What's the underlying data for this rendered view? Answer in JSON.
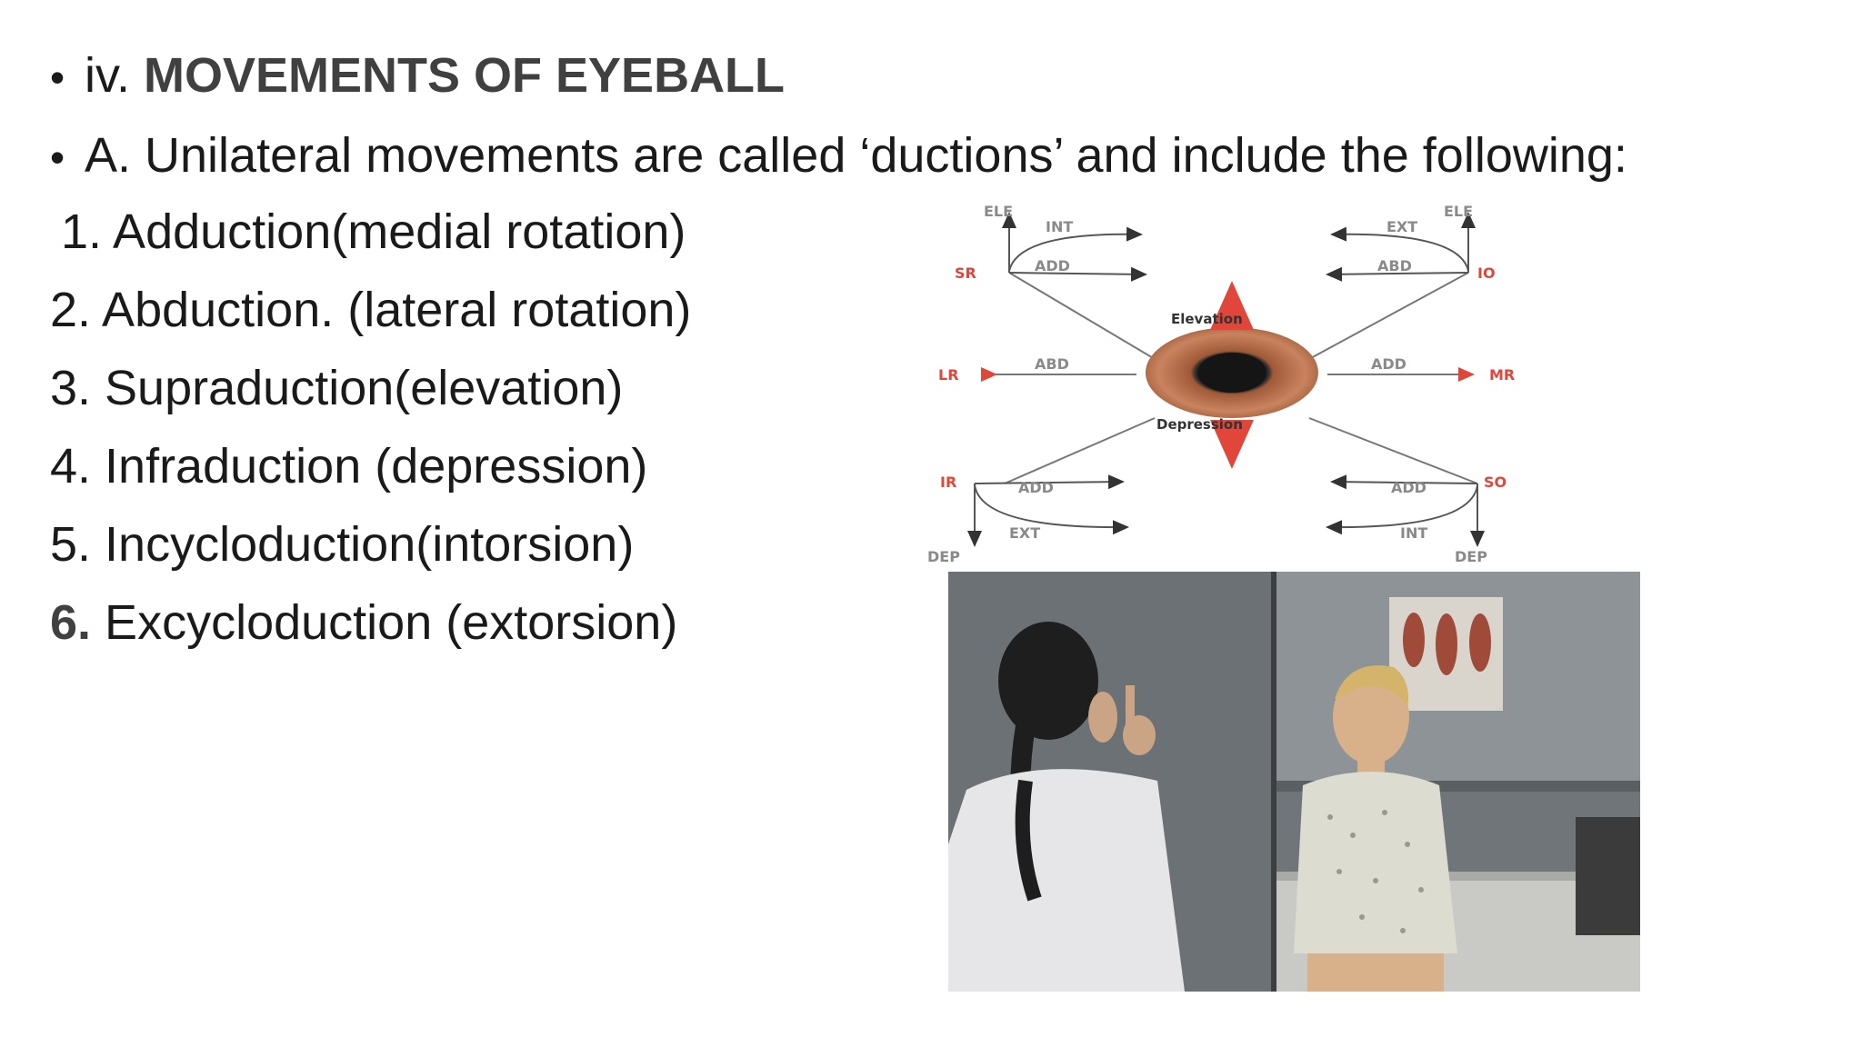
{
  "bullets": [
    {
      "prefix": "iv. ",
      "bold": "MOVEMENTS OF EYEBALL"
    },
    {
      "text": "A. Unilateral movements are called ‘ductions’ and include the following:"
    }
  ],
  "list": [
    {
      "text": "1. Adduction(medial rotation)"
    },
    {
      "text": "2. Abduction. (lateral rotation)"
    },
    {
      "text": "3. Supraduction(elevation)"
    },
    {
      "text": "4. Infraduction (depression)"
    },
    {
      "text": "5. Incycloduction(intorsion)"
    },
    {
      "num": "6.",
      "text": " Excycloduction (extorsion)"
    }
  ],
  "diagram": {
    "ele_left": "ELE",
    "ele_right": "ELE",
    "int_top": "INT",
    "ext_top": "EXT",
    "add_top_left": "ADD",
    "abd_top_right": "ABD",
    "sr": "SR",
    "io": "IO",
    "elevation": "Elevation",
    "lr": "LR",
    "mr": "MR",
    "abd_mid": "ABD",
    "add_mid": "ADD",
    "depression": "Depression",
    "ir": "IR",
    "so": "SO",
    "add_bottom_left": "ADD",
    "add_bottom_right": "ADD",
    "ext_bottom": "EXT",
    "int_bottom": "INT",
    "dep_left": "DEP",
    "dep_right": "DEP"
  }
}
